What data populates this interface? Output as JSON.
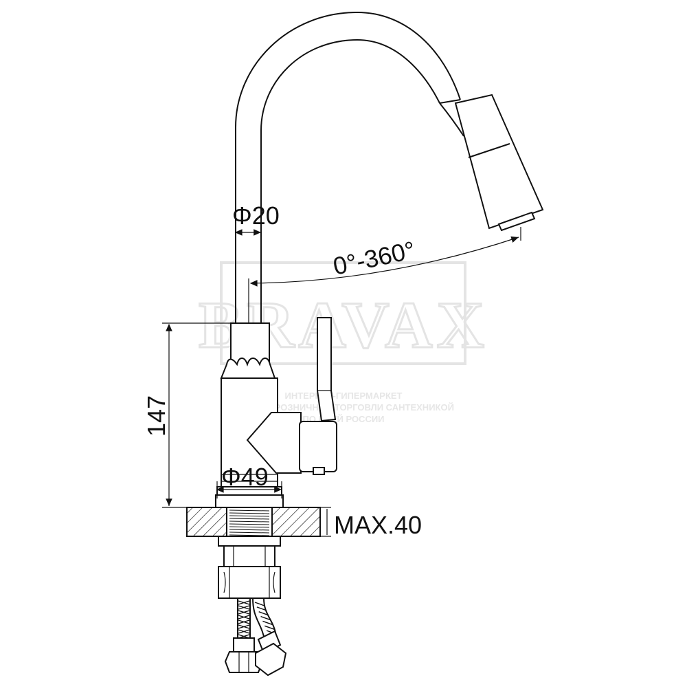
{
  "watermark": {
    "brand": "BRAVAX",
    "lines": [
      "ИНТЕРНЕТ-ГИПЕРМАРКЕТ",
      "ОПТОВО-РОЗНИЧНОЙ ТОРГОВЛИ САНТЕХНИКОЙ",
      "ПО ВСЕЙ РОССИИ"
    ]
  },
  "dimensions": {
    "spout_diameter": "Φ20",
    "rotation": "0°-360°",
    "height": "147",
    "base_diameter": "Φ49",
    "max_thickness": "MAX.40"
  }
}
